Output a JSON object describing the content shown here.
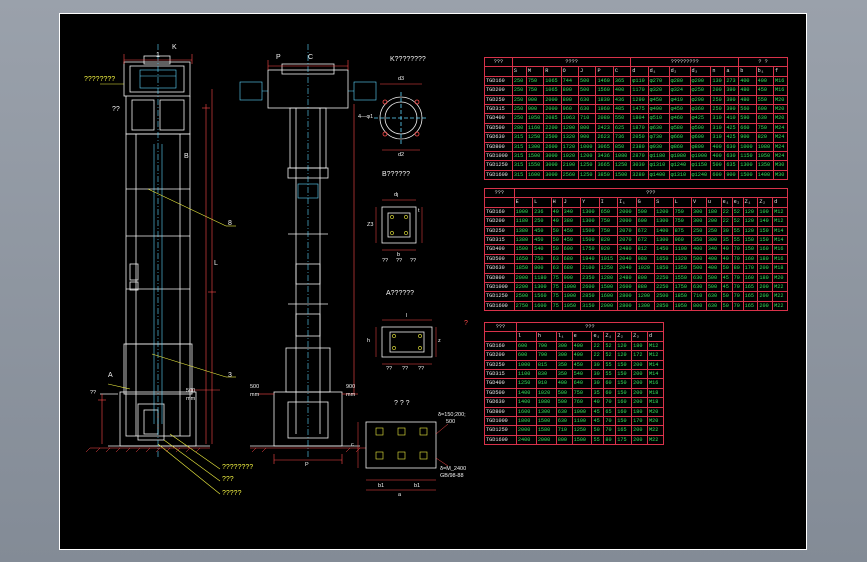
{
  "labels": {
    "k_mark": "K",
    "one_mark": "1",
    "callout_top_left": "????????",
    "callout_qq": "??",
    "p_mark": "P",
    "c_mark": "C",
    "k_view_title": "K????????",
    "d3": "d3",
    "four_d1": "4—φ1",
    "d2": "d2",
    "b_view_title": "B??????",
    "b_dim_l": "l",
    "b_dim_t": "t",
    "b_dim_d": "d",
    "b_dim_z3": "Z3",
    "b_dim_b": "b",
    "b_q1": "??",
    "b_q2": "??",
    "b_q3": "??",
    "a_view_title": "A??????",
    "a_dim_l": "l",
    "a_dim_h": "h",
    "a_dim_z": "z",
    "a_q1": "??",
    "a_q2": "??",
    "a_q3": "??",
    "base_view_title": "? ? ?",
    "base_note_1": "δ=150;200;",
    "base_note_2": "500",
    "base_note_3": "δ=M_2400",
    "base_note_4": "GB/98-88",
    "base_dim_b1a": "b1",
    "base_dim_b1b": "b1",
    "base_dim_a": "a",
    "base_dim_c": "c",
    "mark_B": "B",
    "mark_A": "A",
    "mark_8": "8",
    "mark_3": "3",
    "mark_l": "L",
    "dim_500": "500",
    "dim_mm": "mm",
    "dim_500r": "500",
    "dim_900": "900",
    "dim_mm2": "mm",
    "dim_mm3": "mm",
    "q_left": "??",
    "callout_bl_1": "????????",
    "callout_bl_2": "???",
    "callout_bl_3": "?????",
    "red_q": "?",
    "mark_p2": "P"
  },
  "table1": {
    "group_row": [
      "???",
      "????",
      "?????????",
      "? ?"
    ],
    "header": [
      "",
      "S",
      "M",
      "R",
      "O",
      "J",
      "P",
      "C",
      "d",
      "d₁",
      "d₂",
      "d₃",
      "n",
      "a",
      "b",
      "b₁",
      "f"
    ],
    "rows": [
      [
        "TGD160",
        "250",
        "750",
        "1065",
        "744",
        "500",
        "1460",
        "365",
        "φ110",
        "φ270",
        "φ280",
        "φ200",
        "130",
        "273",
        "400",
        "400",
        "M16"
      ],
      [
        "TGD200",
        "250",
        "750",
        "1065",
        "800",
        "500",
        "1560",
        "400",
        "1170",
        "φ320",
        "φ324",
        "φ250",
        "200",
        "390",
        "480",
        "450",
        "M16"
      ],
      [
        "TGD250",
        "250",
        "900",
        "2000",
        "800",
        "630",
        "1830",
        "436",
        "1290",
        "φ450",
        "φ419",
        "φ290",
        "250",
        "390",
        "480",
        "550",
        "M20"
      ],
      [
        "TGD315",
        "250",
        "900",
        "2000",
        "960",
        "630",
        "1960",
        "485",
        "1475",
        "φ490",
        "φ450",
        "φ360",
        "250",
        "390",
        "560",
        "600",
        "M20"
      ],
      [
        "TGD400",
        "250",
        "1050",
        "2085",
        "1063",
        "710",
        "2080",
        "550",
        "1804",
        "φ510",
        "φ460",
        "φ425",
        "310",
        "410",
        "590",
        "630",
        "M20"
      ],
      [
        "TGD500",
        "280",
        "1160",
        "2200",
        "1200",
        "800",
        "2423",
        "625",
        "1870",
        "φ630",
        "φ580",
        "φ500",
        "310",
        "425",
        "660",
        "750",
        "M24"
      ],
      [
        "TGD630",
        "315",
        "1250",
        "2500",
        "1320",
        "900",
        "2623",
        "736",
        "2050",
        "φ730",
        "φ660",
        "φ600",
        "310",
        "425",
        "900",
        "820",
        "M24"
      ],
      [
        "TGD800",
        "315",
        "1300",
        "2600",
        "1720",
        "1000",
        "3065",
        "850",
        "2380",
        "φ930",
        "φ860",
        "φ800",
        "400",
        "630",
        "1000",
        "1080",
        "M24"
      ],
      [
        "TGD1000",
        "315",
        "1500",
        "3000",
        "1920",
        "1200",
        "3436",
        "1080",
        "2870",
        "φ1180",
        "φ1080",
        "φ1000",
        "400",
        "630",
        "1150",
        "1050",
        "M24"
      ],
      [
        "TGD1250",
        "315",
        "1550",
        "3000",
        "2190",
        "1250",
        "3665",
        "1250",
        "3030",
        "φ1310",
        "φ1240",
        "φ1150",
        "500",
        "635",
        "1300",
        "1350",
        "M30"
      ],
      [
        "TGD1600",
        "315",
        "1600",
        "3000",
        "2560",
        "1250",
        "3850",
        "1500",
        "3280",
        "φ1400",
        "φ1310",
        "φ1240",
        "600",
        "900",
        "1500",
        "1400",
        "M30"
      ]
    ]
  },
  "table2": {
    "group_row": [
      "???",
      "???"
    ],
    "header": [
      "",
      "E",
      "L",
      "H",
      "J",
      "Y",
      "I",
      "I₁",
      "G",
      "S",
      "L",
      "V",
      "u",
      "e₁",
      "e₂",
      "Z₁",
      "Z₂",
      "d"
    ],
    "rows": [
      [
        "TGD160",
        "1000",
        "236",
        "40",
        "340",
        "1300",
        "650",
        "2000",
        "500",
        "1200",
        "750",
        "300",
        "180",
        "22",
        "52",
        "120",
        "100",
        "M12"
      ],
      [
        "TGD200",
        "1180",
        "250",
        "40",
        "380",
        "1300",
        "750",
        "2000",
        "600",
        "1300",
        "750",
        "300",
        "200",
        "22",
        "52",
        "120",
        "140",
        "M12"
      ],
      [
        "TGD250",
        "1380",
        "450",
        "50",
        "450",
        "1500",
        "750",
        "2070",
        "672",
        "1400",
        "875",
        "250",
        "250",
        "30",
        "55",
        "120",
        "150",
        "M14"
      ],
      [
        "TGD315",
        "1380",
        "450",
        "50",
        "450",
        "1500",
        "820",
        "2070",
        "672",
        "1300",
        "960",
        "350",
        "300",
        "35",
        "55",
        "150",
        "150",
        "M14"
      ],
      [
        "TGD400",
        "1500",
        "540",
        "50",
        "600",
        "1750",
        "920",
        "2480",
        "812",
        "1450",
        "1100",
        "400",
        "340",
        "40",
        "70",
        "150",
        "160",
        "M16"
      ],
      [
        "TGD500",
        "1650",
        "750",
        "63",
        "680",
        "1940",
        "1015",
        "2040",
        "980",
        "1650",
        "1320",
        "500",
        "400",
        "40",
        "70",
        "160",
        "180",
        "M16"
      ],
      [
        "TGD630",
        "1850",
        "800",
        "63",
        "680",
        "2100",
        "1250",
        "2040",
        "1020",
        "1850",
        "1350",
        "500",
        "400",
        "50",
        "80",
        "170",
        "200",
        "M18"
      ],
      [
        "TGD800",
        "2000",
        "1180",
        "75",
        "900",
        "2350",
        "1280",
        "2480",
        "800",
        "2250",
        "1550",
        "630",
        "500",
        "45",
        "70",
        "160",
        "180",
        "M20"
      ],
      [
        "TGD1000",
        "2200",
        "1300",
        "75",
        "1000",
        "2600",
        "1500",
        "2600",
        "880",
        "2250",
        "1750",
        "630",
        "500",
        "45",
        "70",
        "165",
        "200",
        "M22"
      ],
      [
        "TGD1250",
        "2500",
        "1560",
        "75",
        "1000",
        "2850",
        "1600",
        "2800",
        "1200",
        "2500",
        "1850",
        "710",
        "630",
        "50",
        "70",
        "165",
        "200",
        "M22"
      ],
      [
        "TGD1600",
        "2750",
        "1600",
        "75",
        "1050",
        "3150",
        "2000",
        "2800",
        "1300",
        "2850",
        "1950",
        "800",
        "630",
        "50",
        "70",
        "165",
        "200",
        "M22"
      ]
    ]
  },
  "table3": {
    "group_row": [
      "???",
      "???"
    ],
    "header": [
      "",
      "l",
      "h",
      "l₁",
      "e",
      "e₁",
      "Z₁",
      "Z₂",
      "Z₃",
      "d"
    ],
    "rows": [
      [
        "TGD160",
        "600",
        "790",
        "300",
        "400",
        "22",
        "52",
        "120",
        "180",
        "M12"
      ],
      [
        "TGD200",
        "600",
        "790",
        "300",
        "400",
        "22",
        "52",
        "120",
        "172",
        "M12"
      ],
      [
        "TGD250",
        "1000",
        "815",
        "350",
        "450",
        "30",
        "55",
        "150",
        "200",
        "M14"
      ],
      [
        "TGD315",
        "1100",
        "830",
        "350",
        "540",
        "30",
        "55",
        "150",
        "200",
        "M14"
      ],
      [
        "TGD400",
        "1250",
        "910",
        "400",
        "640",
        "30",
        "60",
        "150",
        "200",
        "M16"
      ],
      [
        "TGD500",
        "1400",
        "1020",
        "500",
        "750",
        "35",
        "60",
        "150",
        "200",
        "M18"
      ],
      [
        "TGD630",
        "1400",
        "1080",
        "500",
        "760",
        "40",
        "70",
        "160",
        "200",
        "M18"
      ],
      [
        "TGD800",
        "1600",
        "1300",
        "630",
        "1000",
        "45",
        "65",
        "160",
        "180",
        "M20"
      ],
      [
        "TGD1000",
        "1800",
        "1500",
        "630",
        "1100",
        "45",
        "70",
        "150",
        "170",
        "M20"
      ],
      [
        "TGD1250",
        "2000",
        "1580",
        "710",
        "1250",
        "50",
        "70",
        "165",
        "200",
        "M22"
      ],
      [
        "TGD1600",
        "2400",
        "2000",
        "800",
        "1500",
        "55",
        "80",
        "175",
        "200",
        "M22"
      ]
    ]
  }
}
